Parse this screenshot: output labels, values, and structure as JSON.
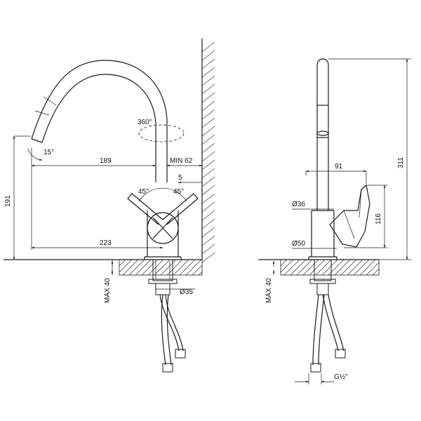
{
  "front_view": {
    "dims": {
      "rotation": "360°",
      "spout_tilt": "15°",
      "reach": "189",
      "min_wall": "MIN 62",
      "wall_gap": "5",
      "lever_angle_left": "45°",
      "lever_angle_right": "45°",
      "total_height": "191",
      "total_reach": "223",
      "max_deck": "MAX 40",
      "hole_diameter": "Ø35"
    }
  },
  "side_view": {
    "dims": {
      "lever_reach": "91",
      "body_top_diameter": "Ø36",
      "lever_height": "116",
      "base_diameter": "Ø50",
      "overall_height": "311",
      "max_deck": "MAX 40",
      "thread": "G½\""
    }
  }
}
